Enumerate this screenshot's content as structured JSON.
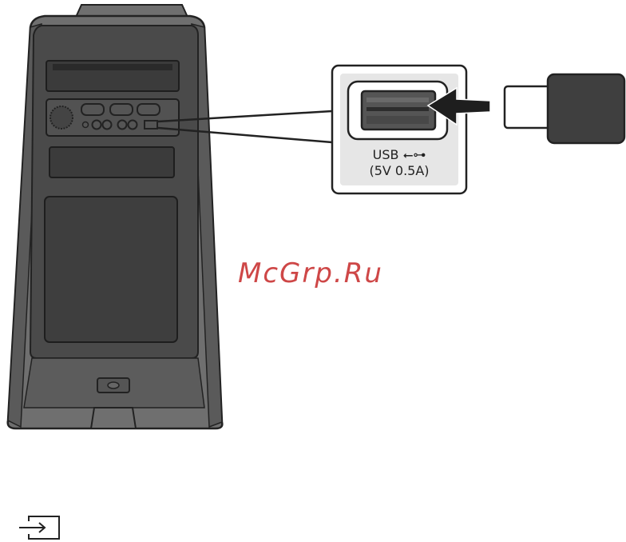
{
  "usb_port": {
    "label": "USB",
    "symbol": "⭠⊶",
    "rating": "(5V 0.5A)"
  },
  "watermark": "McGrp.Ru",
  "icons": {
    "input_source": "input-source-icon",
    "usb_symbol": "usb-symbol-icon",
    "insert_arrow": "insert-arrow-icon"
  },
  "colors": {
    "speaker_body": "#6f6f6f",
    "speaker_dark": "#3c3c3c",
    "usb_stick": "#3f3f3f",
    "callout_bg": "#e6e6e6",
    "watermark": "#c62828"
  }
}
